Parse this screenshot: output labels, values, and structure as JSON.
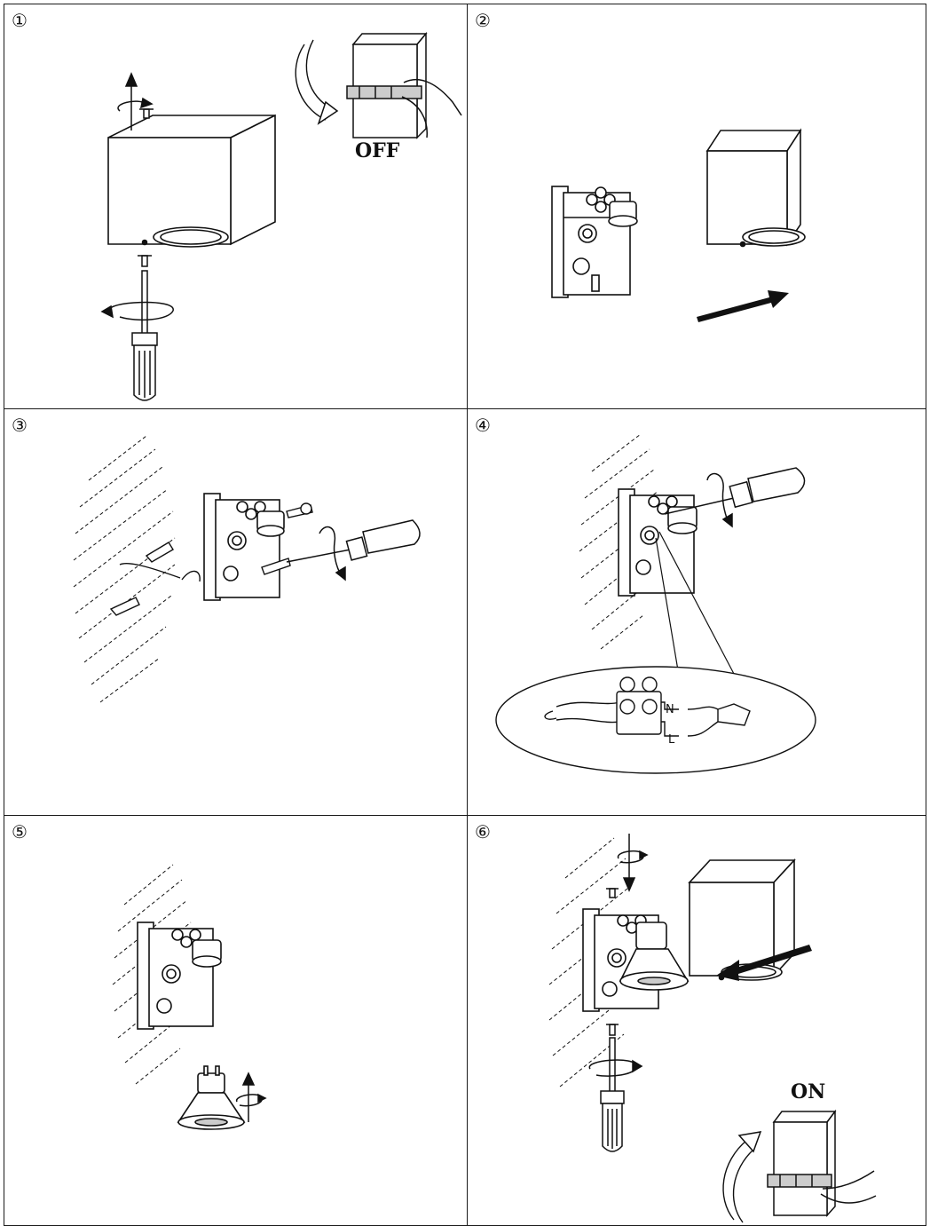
{
  "steps": [
    {
      "number": "①"
    },
    {
      "number": "②"
    },
    {
      "number": "③"
    },
    {
      "number": "④"
    },
    {
      "number": "⑤"
    },
    {
      "number": "⑥"
    }
  ],
  "labels": {
    "off": "OFF",
    "on": "ON",
    "neutral": "N",
    "live": "L"
  },
  "icons": {
    "lamp_housing": "cube-lamp-housing-icon",
    "mount_bracket": "mounting-bracket-icon",
    "screwdriver": "screwdriver-icon",
    "breaker": "circuit-breaker-icon",
    "bulb": "gu10-bulb-icon",
    "wall": "wall-hatching-icon"
  }
}
